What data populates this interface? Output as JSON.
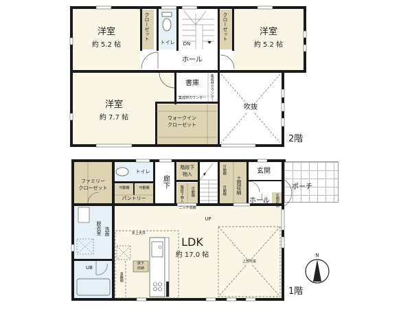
{
  "floor2": {
    "floor_label": "2階",
    "rooms": {
      "western_nw": {
        "name": "洋室",
        "size": "約 5.2 帖"
      },
      "closet_nw": {
        "name": "クローゼット"
      },
      "toilet": {
        "name": "トイレ"
      },
      "stairs_dn": {
        "name": "DN"
      },
      "closet_ne": {
        "name": "クローゼット"
      },
      "western_ne": {
        "name": "洋室",
        "size": "約 5.2 帖"
      },
      "hall": {
        "name": "ホール"
      },
      "western_sw": {
        "name": "洋室",
        "size": "約 7.7 帖"
      },
      "library": {
        "name": "書庫"
      },
      "counter_h": {
        "name": "集成材カウンター"
      },
      "counter_v": {
        "name": "集成材カウンター"
      },
      "walkin": {
        "name": "ウォークイン",
        "name2": "クローゼット"
      },
      "void": {
        "name": "吹抜"
      }
    }
  },
  "floor1": {
    "floor_label": "1階",
    "rooms": {
      "family_closet": {
        "name": "ファミリー",
        "name2": "クローゼット"
      },
      "toilet": {
        "name": "トイレ"
      },
      "shelf1": {
        "name": "可動棚"
      },
      "shelf2": {
        "name": "可動棚"
      },
      "pantry": {
        "name": "パントリー"
      },
      "corridor": {
        "name": "廊下"
      },
      "under_stairs": {
        "name": "階段下",
        "name2": "物入"
      },
      "under_stairs_small": {
        "name": "階段下物入"
      },
      "shelf_small": {
        "name": "可動棚"
      },
      "niche": {
        "name": "ニッチ収納"
      },
      "stairs_up": {
        "name": "UP"
      },
      "shelf_v1": {
        "name": "可動棚"
      },
      "shelf_v2": {
        "name": "可動棚"
      },
      "doma_storage": {
        "name": "土間収納"
      },
      "entrance": {
        "name": "玄関"
      },
      "porch": {
        "name": "ポーチ"
      },
      "hall": {
        "name": "ホール"
      },
      "entrance_storage": {
        "name": "玄関収納"
      },
      "washroom": {
        "name": "洗面"
      },
      "dressing": {
        "name": "脱衣室"
      },
      "ub": {
        "name": "UB"
      },
      "folded_ceiling": {
        "name": "折上天井"
      },
      "underfloor": {
        "name": "床下",
        "name2": "収納"
      },
      "cupboard": {
        "name": "食器棚"
      },
      "ldk": {
        "name": "LDK",
        "size": "約 17.0 帖"
      },
      "upper_void": {
        "name": "上部吹抜"
      }
    }
  },
  "compass": {
    "label": "N"
  }
}
